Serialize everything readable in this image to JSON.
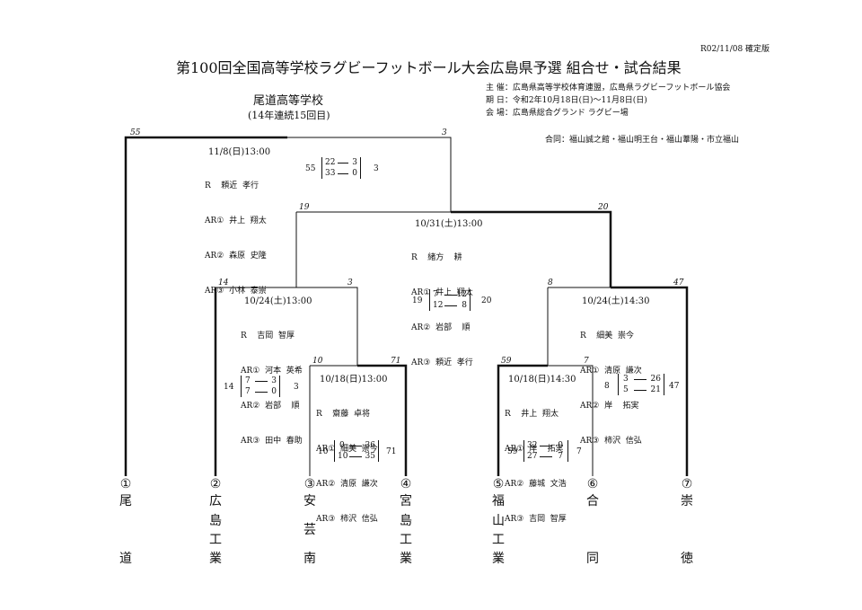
{
  "header": {
    "version": "R02/11/08  確定版",
    "title": "第100回全国高等学校ラグビーフットボール大会広島県予選  組合せ・試合結果",
    "champion": "尾道高等学校",
    "champion_note": "(14年連続15回目)",
    "info": [
      "主  催：広島県高等学校体育連盟，広島県ラグビーフットボール協会",
      "期  日：令和2年10月18日(日)～11月8日(日)",
      "会  場：広島県総合グランド  ラグビー場"
    ],
    "joint_note": "合同：福山誠之館・福山明王台・福山葦陽・市立福山"
  },
  "teams": [
    {
      "num": "①",
      "chars": [
        "尾",
        "",
        "",
        "道"
      ]
    },
    {
      "num": "②",
      "chars": [
        "広",
        "島",
        "工",
        "業"
      ]
    },
    {
      "num": "③",
      "chars": [
        "安",
        "",
        "芸",
        "南"
      ]
    },
    {
      "num": "④",
      "chars": [
        "宮",
        "島",
        "工",
        "業"
      ]
    },
    {
      "num": "⑤",
      "chars": [
        "福",
        "山",
        "工",
        "業"
      ]
    },
    {
      "num": "⑥",
      "chars": [
        "合",
        "",
        "",
        "同"
      ]
    },
    {
      "num": "⑦",
      "chars": [
        "崇",
        "",
        "",
        "徳"
      ]
    }
  ],
  "matches": {
    "final": {
      "date": "11/8(日)13:00",
      "referees": [
        "R    頼近  孝行",
        "AR①  井上  翔太",
        "AR②  森原  史隆",
        "AR③  小林  泰崇"
      ],
      "score_left": "55",
      "score_right": "3",
      "halves": [
        [
          "22",
          "3"
        ],
        [
          "33",
          "0"
        ]
      ],
      "top_left": "55",
      "top_right": "3"
    },
    "semi": {
      "date": "10/31(土)13:00",
      "referees": [
        "R    緒方    耕",
        "AR①  井上  翔太",
        "AR②  岩部    順",
        "AR③  頼近  孝行"
      ],
      "score_left": "19",
      "score_right": "20",
      "halves": [
        [
          "7",
          "12"
        ],
        [
          "12",
          "8"
        ]
      ],
      "top_left": "19",
      "top_right": "20"
    },
    "qf_left": {
      "date": "10/24(土)13:00",
      "referees": [
        "R    吉岡  智厚",
        "AR①  河本  英希",
        "AR②  岩部    順",
        "AR③  田中  春助"
      ],
      "score_left": "14",
      "score_right": "3",
      "halves": [
        [
          "7",
          "3"
        ],
        [
          "7",
          "0"
        ]
      ],
      "top_left": "14",
      "top_right": "3"
    },
    "qf_right": {
      "date": "10/24(土)14:30",
      "referees": [
        "R    細美  崇今",
        "AR①  清原  謙次",
        "AR②  岸    拓実",
        "AR③  柿沢  信弘"
      ],
      "score_left": "8",
      "score_right": "47",
      "halves": [
        [
          "3",
          "26"
        ],
        [
          "5",
          "21"
        ]
      ],
      "top_left": "8",
      "top_right": "47"
    },
    "r1_left": {
      "date": "10/18(日)13:00",
      "referees": [
        "R    齋藤  卓将",
        "AR①  細美  崇今",
        "AR②  清原  謙次",
        "AR③  柿沢  信弘"
      ],
      "score_left": "10",
      "score_right": "71",
      "halves": [
        [
          "0",
          "36"
        ],
        [
          "10",
          "35"
        ]
      ],
      "top_left": "10",
      "top_right": "71"
    },
    "r1_right": {
      "date": "10/18(日)14:30",
      "referees": [
        "R    井上  翔太",
        "AR①  岸    拓実",
        "AR②  藤城  文浩",
        "AR③  吉岡  智厚"
      ],
      "score_left": "59",
      "score_right": "7",
      "halves": [
        [
          "32",
          "0"
        ],
        [
          "27",
          "7"
        ]
      ],
      "top_left": "59",
      "top_right": "7"
    }
  }
}
